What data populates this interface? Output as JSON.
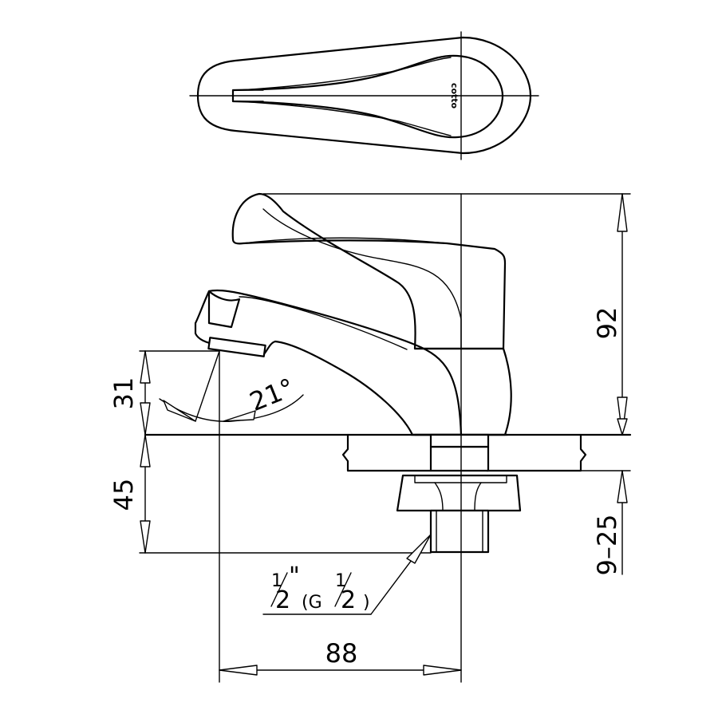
{
  "diagram": {
    "brand_logo_text": "cotto",
    "dimensions": {
      "overall_height": "92",
      "spout_height": "31",
      "spray_angle": "21°",
      "shank_length": "45",
      "counter_thickness": "9–25",
      "depth": "88"
    },
    "thread_spec": {
      "a_num": "1",
      "a_den": "2",
      "inch": "\"",
      "g_open": "(G",
      "b_num": "1",
      "b_den": "2",
      "close": ")"
    }
  }
}
